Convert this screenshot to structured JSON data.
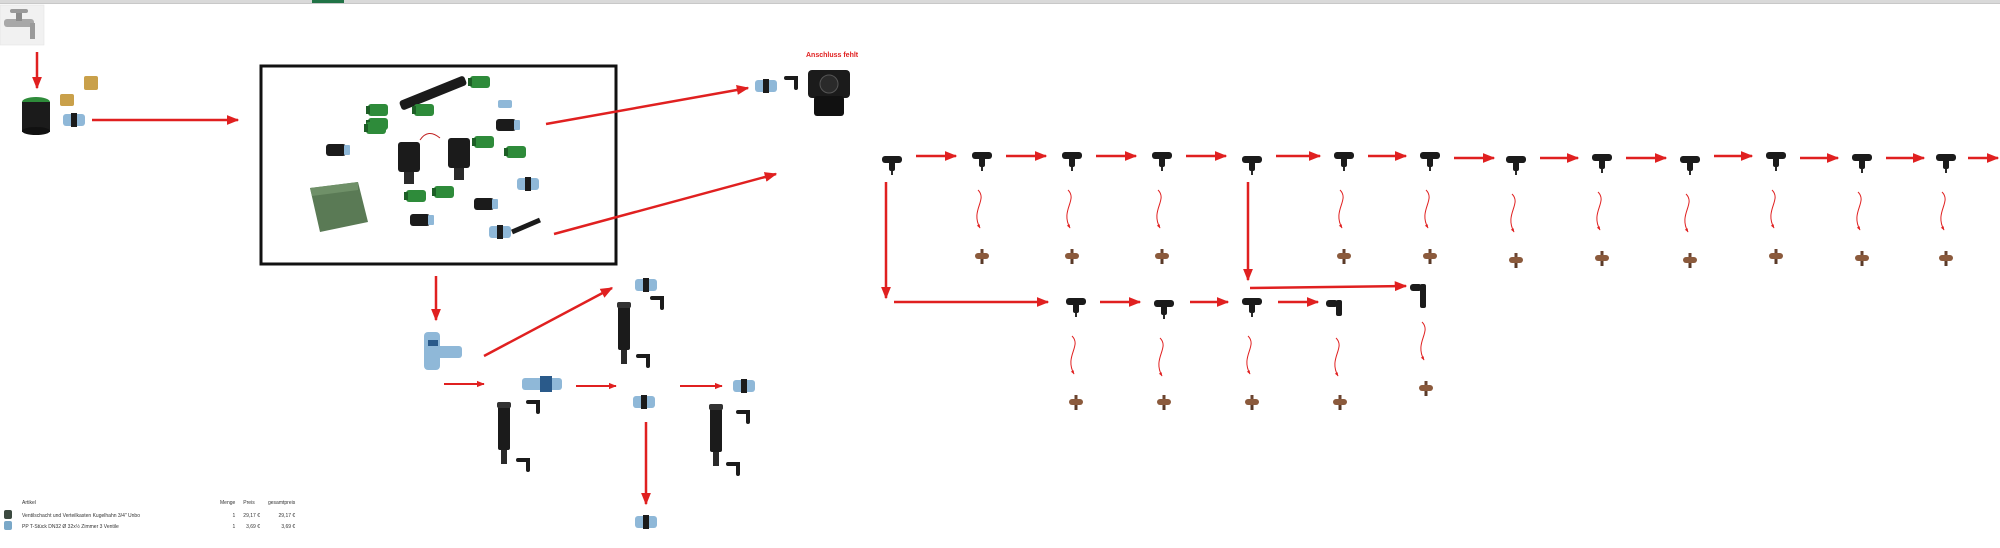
{
  "annotation": {
    "missing_connection": "Anschluss fehlt"
  },
  "parts_table": {
    "headers": [
      "Artikel",
      "Menge",
      "Preis",
      "gesamtpreis"
    ],
    "rows": [
      {
        "article": "Ventilschacht und Verteilkasten Kugelhahn 3/4\" Unbo",
        "quantity": "1",
        "price": "29,17 €",
        "total": "29,17 €",
        "icon": "valve-box-icon"
      },
      {
        "article": "PP T-Stück DN32 Ø 32x½ Zimmer 3 Ventile",
        "quantity": "1",
        "price": "3,69 €",
        "total": "3,69 €",
        "icon": "pp-tee-icon"
      }
    ]
  },
  "colors": {
    "arrow": "#e02020",
    "pipe_green": "#2e8b3a",
    "fitting_black": "#1b1b1b",
    "fitting_blue": "#8fb8d8",
    "dripper_brown": "#8b5a3c",
    "frame": "#111111"
  }
}
